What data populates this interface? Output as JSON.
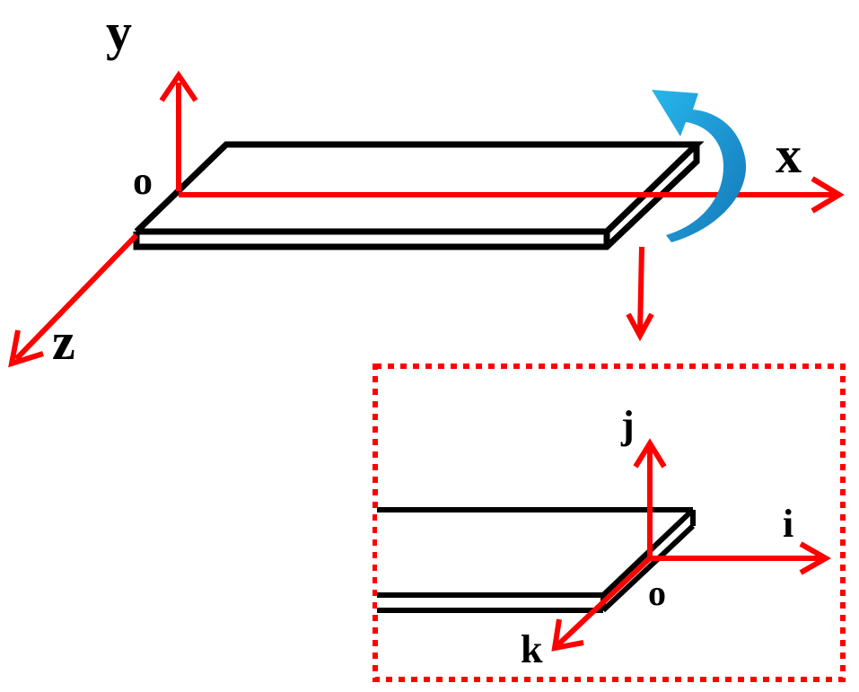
{
  "main_frame": {
    "labels": {
      "y": "y",
      "x": "x",
      "z": "z",
      "origin": "o"
    }
  },
  "inset": {
    "labels": {
      "j": "j",
      "i": "i",
      "k": "k",
      "origin": "o"
    }
  },
  "colors": {
    "axis": "#ff0000",
    "plate_edge": "#000000",
    "rotation_arrow": "#1ba1d8",
    "inset_border": "#ff0000"
  },
  "icons": {
    "rotation": "curved-rotation-arrow-icon"
  }
}
